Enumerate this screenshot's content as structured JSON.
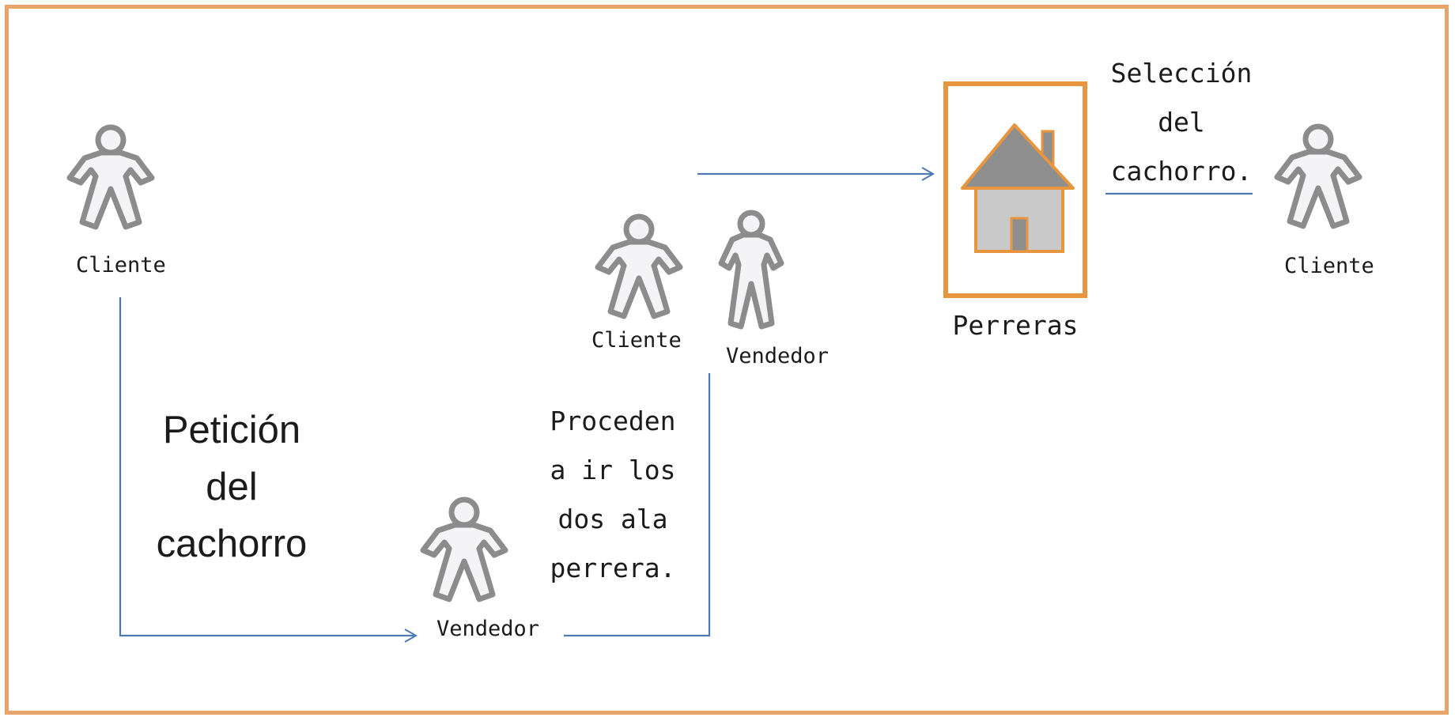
{
  "actors": [
    {
      "id": "cliente-1",
      "label": "Cliente"
    },
    {
      "id": "vendedor-1",
      "label": "Vendedor"
    },
    {
      "id": "cliente-2",
      "label": "Cliente"
    },
    {
      "id": "vendedor-2",
      "label": "Vendedor"
    },
    {
      "id": "cliente-3",
      "label": "Cliente"
    }
  ],
  "house": {
    "label": "Perreras",
    "icon": "house-icon"
  },
  "steps": {
    "peticion": "Petición del cachorro",
    "proceden": "Proceden a ir los dos ala perrera.",
    "seleccion": "Selección del cachorro."
  },
  "colors": {
    "frame": "#E8A46A",
    "house_frame": "#E8953F",
    "arrow": "#4F79B5",
    "figure_fill": "#F4F4F6",
    "figure_stroke": "#8C8C8C",
    "roof": "#8E8E8E",
    "house_body": "#C9C9C9"
  }
}
